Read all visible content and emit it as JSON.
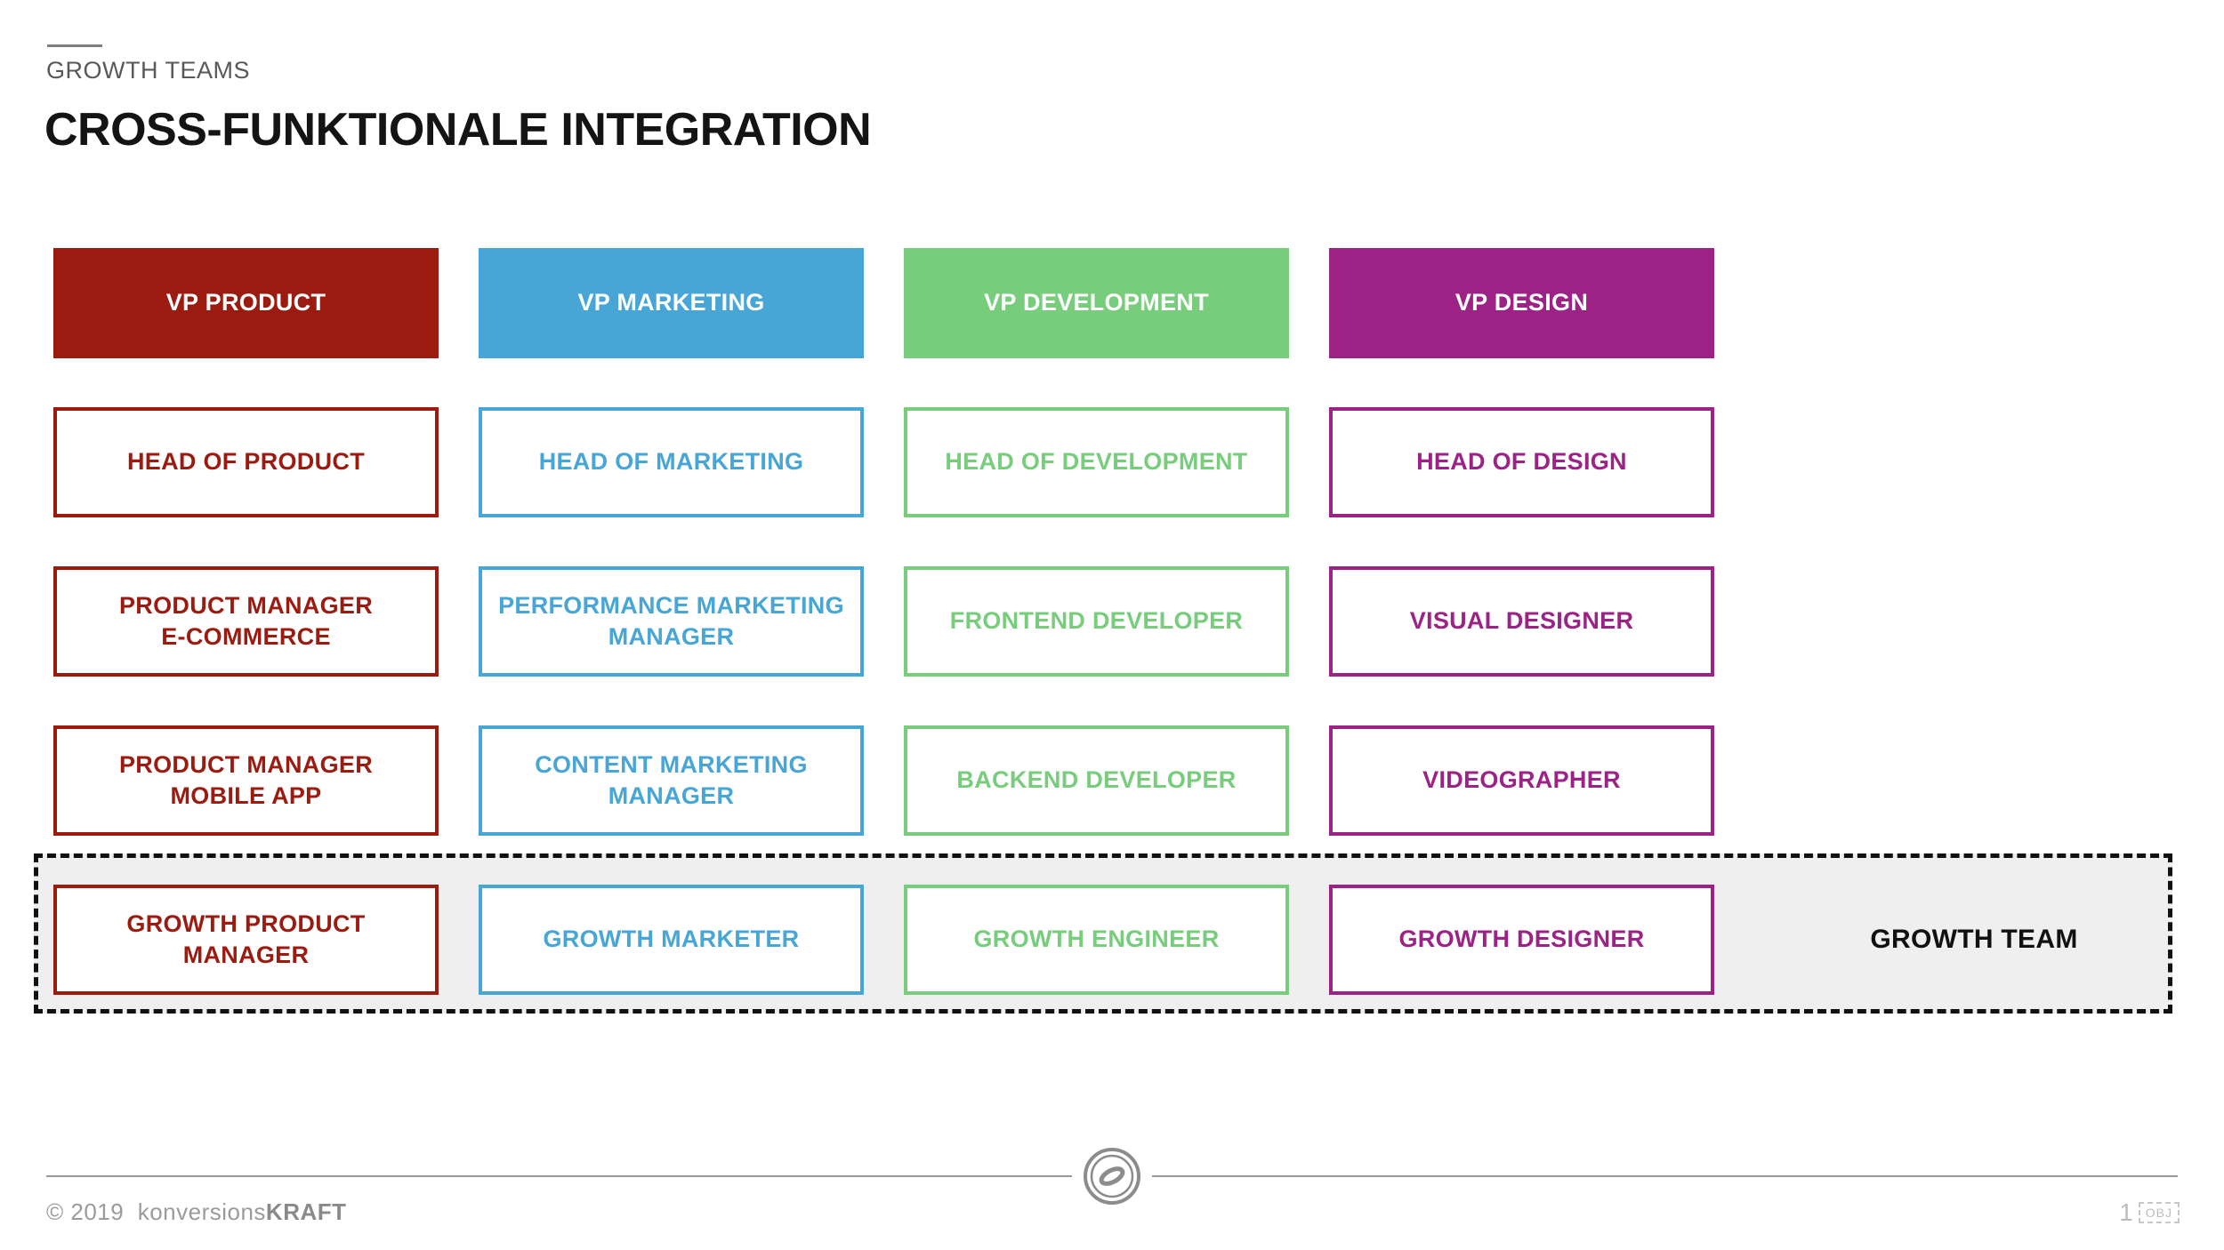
{
  "header": {
    "eyebrow": "GROWTH TEAMS",
    "title": "CROSS-FUNKTIONALE INTEGRATION"
  },
  "colors": {
    "product_red": "#9c1b10",
    "marketing_blue": "#47a6d6",
    "development_green": "#77cd7b",
    "design_purple": "#9c2286",
    "growth_band_bg": "#efefef",
    "dashed_border": "#111111"
  },
  "columns": [
    {
      "name": "product",
      "color": "#9c1b10",
      "vp_label": "VP PRODUCT",
      "roles": [
        "HEAD OF PRODUCT",
        "PRODUCT MANAGER\nE-COMMERCE",
        "PRODUCT MANAGER\nMOBILE APP"
      ],
      "growth_role": "GROWTH PRODUCT\nMANAGER"
    },
    {
      "name": "marketing",
      "color": "#47a6d6",
      "vp_label": "VP MARKETING",
      "roles": [
        "HEAD OF MARKETING",
        "PERFORMANCE MARKETING\nMANAGER",
        "CONTENT MARKETING\nMANAGER"
      ],
      "growth_role": "GROWTH MARKETER"
    },
    {
      "name": "development",
      "color": "#77cd7b",
      "vp_label": "VP DEVELOPMENT",
      "roles": [
        "HEAD OF DEVELOPMENT",
        "FRONTEND DEVELOPER",
        "BACKEND DEVELOPER"
      ],
      "growth_role": "GROWTH ENGINEER"
    },
    {
      "name": "design",
      "color": "#9c2286",
      "vp_label": "VP DESIGN",
      "roles": [
        "HEAD OF DESIGN",
        "VISUAL DESIGNER",
        "VIDEOGRAPHER"
      ],
      "growth_role": "GROWTH DESIGNER"
    }
  ],
  "growth_team": {
    "label": "GROWTH TEAM"
  },
  "footer": {
    "copyright": "© 2019",
    "brand_normal": "konversions",
    "brand_bold": "KRAFT",
    "page_number": "1",
    "object_placeholder": "OBJ"
  }
}
